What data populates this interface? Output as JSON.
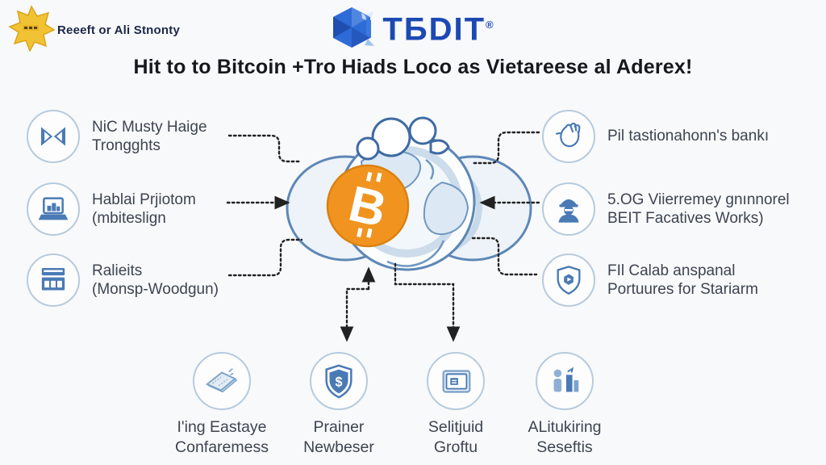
{
  "badge": {
    "label": "Reeeft or Ali Stnonty"
  },
  "logo": {
    "text": "ТБDIТ",
    "mark": "®"
  },
  "title": {
    "text": "Hit to to Bitcoin +Tro Hiads Loco as Vietareese al Aderex!"
  },
  "center": {
    "bitcoin_symbol": "B"
  },
  "left_items": [
    {
      "icon": "bowtie-icon",
      "line1": "NiC Musty Haige",
      "line2": "Trongghts"
    },
    {
      "icon": "laptop-icon",
      "line1": "Hablai Prjiotom",
      "line2": "(mbiteslign"
    },
    {
      "icon": "storefront-icon",
      "line1": "Ralieits",
      "line2": "(Monsp-Woodgun)"
    }
  ],
  "right_items": [
    {
      "icon": "hand-icon",
      "line1": "Pil tastionahonn's bankı",
      "line2": ""
    },
    {
      "icon": "worker-icon",
      "line1": "5.OG Viierremey gnınnorel",
      "line2": "BEIT Facatives Works)"
    },
    {
      "icon": "shield-icon",
      "line1": "FIl Calab anspanal",
      "line2": "Portuures for Stariarm"
    }
  ],
  "bottom_items": [
    {
      "icon": "map-icon",
      "line1": "I'ing Eastaye",
      "line2": "Confaremess"
    },
    {
      "icon": "shield-dollar-icon",
      "line1": "Prainer",
      "line2": "Newbeser"
    },
    {
      "icon": "screen-icon",
      "line1": "Selitjuid",
      "line2": "Groftu"
    },
    {
      "icon": "person-chart-icon",
      "line1": "ALitukiring",
      "line2": "Seseftis"
    }
  ],
  "colors": {
    "accent_blue": "#4a7ab5",
    "icon_ring": "#b6cbde",
    "bitcoin_orange": "#f0941f",
    "star_yellow": "#f2c235",
    "logo_blue": "#1c49b4",
    "title_text": "#17181c",
    "body_text": "#3d4452",
    "arrow_dark": "#222222",
    "background": "#f8f9fa"
  }
}
